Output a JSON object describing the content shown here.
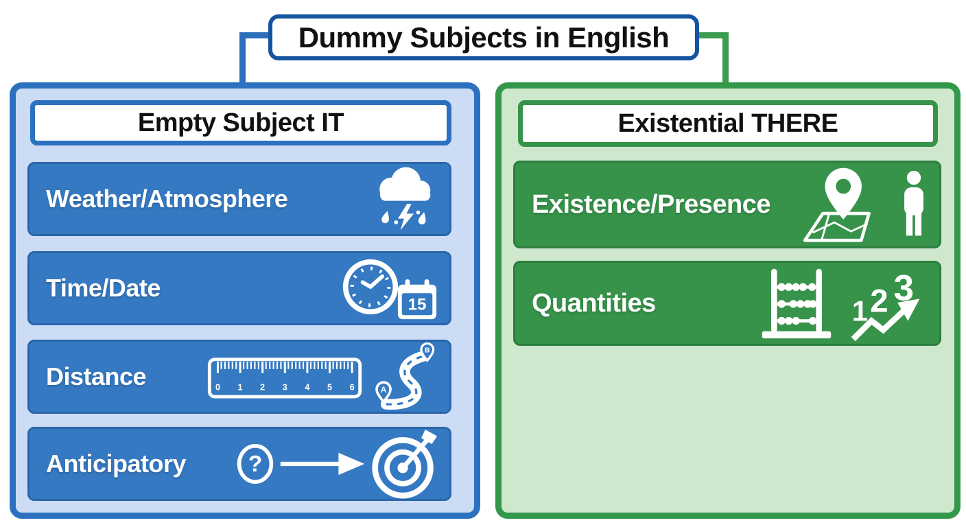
{
  "title": {
    "label": "Dummy Subjects in English"
  },
  "left_panel": {
    "header": "Empty Subject IT",
    "rows": [
      {
        "label": "Weather/Atmosphere",
        "icons": [
          "storm-cloud-icon"
        ]
      },
      {
        "label": "Time/Date",
        "icons": [
          "clock-icon",
          "calendar-icon"
        ]
      },
      {
        "label": "Distance",
        "icons": [
          "ruler-icon",
          "route-a-to-b-icon"
        ]
      },
      {
        "label": "Anticipatory",
        "icons": [
          "question-circle-icon",
          "arrow-right-icon",
          "target-dart-icon"
        ]
      }
    ]
  },
  "right_panel": {
    "header": "Existential THERE",
    "rows": [
      {
        "label": "Existence/Presence",
        "icons": [
          "map-pin-icon",
          "person-icon"
        ]
      },
      {
        "label": "Quantities",
        "icons": [
          "abacus-icon",
          "rising-numbers-icon"
        ]
      }
    ]
  },
  "icon_text": {
    "calendar_day": "15",
    "ruler_numbers": {
      "n0": "0",
      "n1": "1",
      "n2": "2",
      "n3": "3",
      "n4": "4",
      "n5": "5",
      "n6": "6"
    },
    "pin_a": "A",
    "pin_b": "B",
    "question_mark": "?",
    "count_1": "1",
    "count_2": "2",
    "count_3": "3"
  },
  "colors": {
    "page_bg": "#ffffff",
    "title_border": "#14539e",
    "blue_connector": "#2e6fbd",
    "green_connector": "#3d9b4f",
    "blue_panel_border": "#2b71c0",
    "blue_panel_bg": "#ccdcf4",
    "blue_row_bg": "#3579c2",
    "blue_row_border": "#2a66ab",
    "green_panel_border": "#33984a",
    "green_panel_bg": "#cfe8cd",
    "green_row_bg": "#37934a",
    "green_row_border": "#2c7e3e",
    "text_dark": "#111111",
    "text_light": "#ffffff"
  }
}
